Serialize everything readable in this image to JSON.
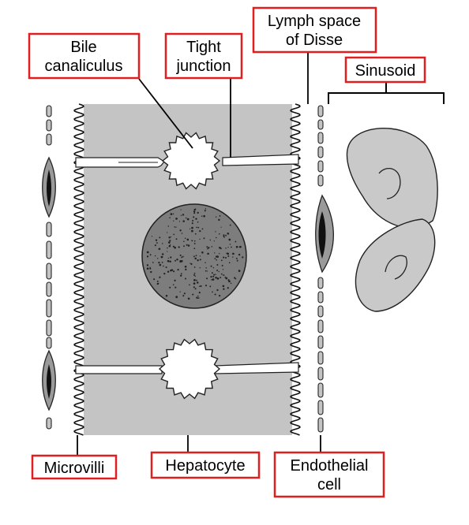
{
  "labels": {
    "bile_canaliculus": [
      "Bile",
      "canaliculus"
    ],
    "tight_junction": [
      "Tight",
      "junction"
    ],
    "lymph_space": [
      "Lymph space",
      "of Disse"
    ],
    "sinusoid": "Sinusoid",
    "microvilli": "Microvilli",
    "hepatocyte": "Hepatocyte",
    "endothelial_cell": [
      "Endothelial",
      "cell"
    ]
  },
  "colors": {
    "label_box": "#e02020",
    "hepatocyte_fill": "#c4c4c4",
    "nucleus_fill": "#7d7d7d",
    "red_cell_fill": "#c9c9c9"
  }
}
